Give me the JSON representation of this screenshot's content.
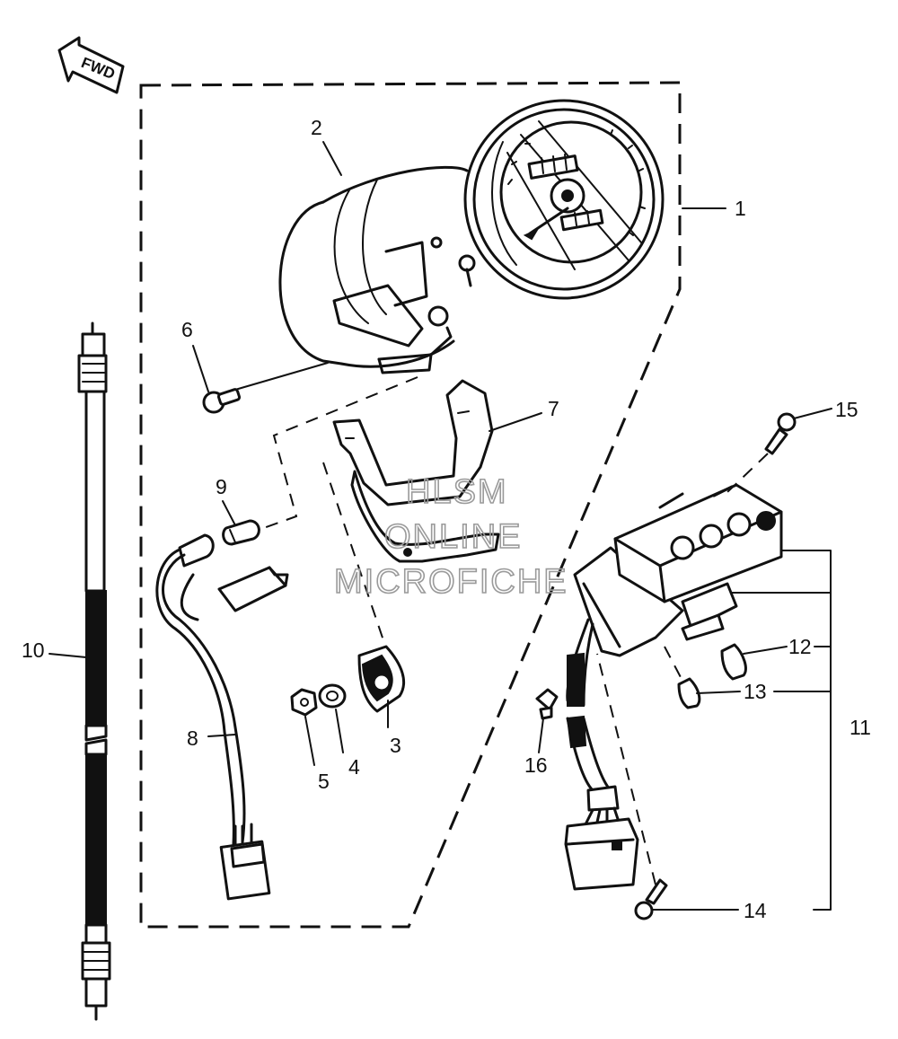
{
  "direction_label": "FWD",
  "watermark": {
    "line1": "HLSM",
    "line2": "ONLINE",
    "line3": "MICROFICHE"
  },
  "callouts": [
    "1",
    "2",
    "3",
    "4",
    "5",
    "6",
    "7",
    "8",
    "9",
    "10",
    "11",
    "12",
    "13",
    "14",
    "15",
    "16"
  ]
}
